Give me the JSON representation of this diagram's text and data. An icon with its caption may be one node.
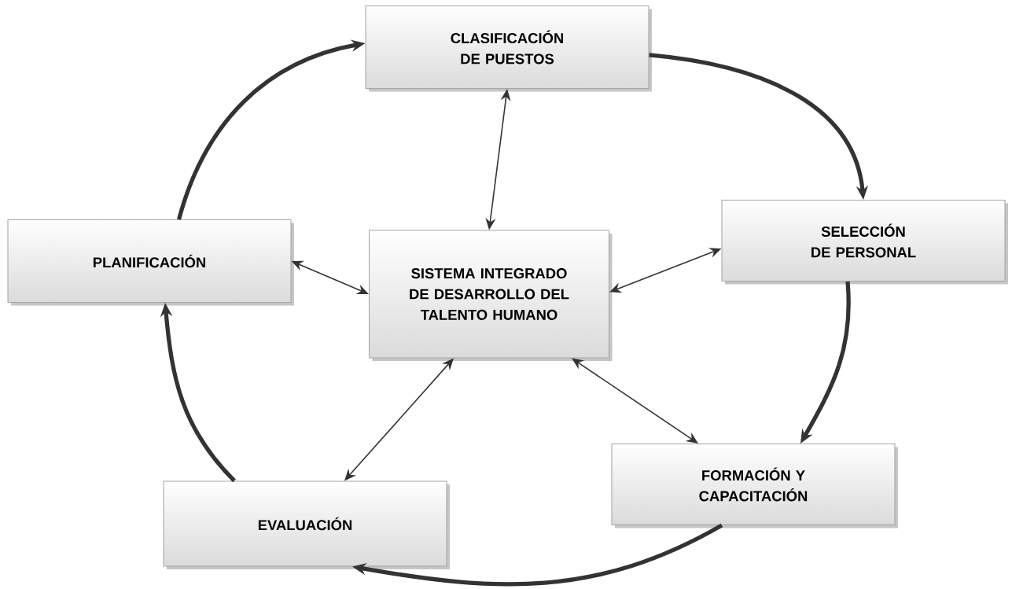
{
  "diagram": {
    "nodes": [
      {
        "text": [
          "CLASIFICACIÓN DE PUESTOS"
        ]
      },
      {
        "text": [
          "PLANIFICACIÓN"
        ]
      },
      {
        "text": [
          "SISTEMA INTEGRADO DE DESARROLLO DEL TALENTO HUMANO"
        ]
      },
      {
        "text": [
          "SELECCIÓN DE PERSONAL"
        ]
      },
      {
        "text": [
          "FORMACIÓN Y CAPACITACIÓN"
        ]
      },
      {
        "text": [
          "EVALUACIÓN"
        ]
      }
    ],
    "edges": [
      {
        "from": 0,
        "to": 3,
        "arrow": "to",
        "style": "thick"
      },
      {
        "from": 3,
        "to": 4,
        "arrow": "to",
        "style": "thick"
      },
      {
        "from": 4,
        "to": 5,
        "arrow": "to",
        "style": "thick"
      },
      {
        "from": 5,
        "to": 1,
        "arrow": "to",
        "style": "thick"
      },
      {
        "from": 1,
        "to": 0,
        "arrow": "to",
        "style": "thick"
      },
      {
        "from": 2,
        "to": 0,
        "arrow": "both"
      },
      {
        "from": 2,
        "to": 1,
        "arrow": "both"
      },
      {
        "from": 2,
        "to": 3,
        "arrow": "both"
      },
      {
        "from": 2,
        "to": 4,
        "arrow": "both"
      },
      {
        "from": 2,
        "to": 5,
        "arrow": "both"
      }
    ]
  }
}
